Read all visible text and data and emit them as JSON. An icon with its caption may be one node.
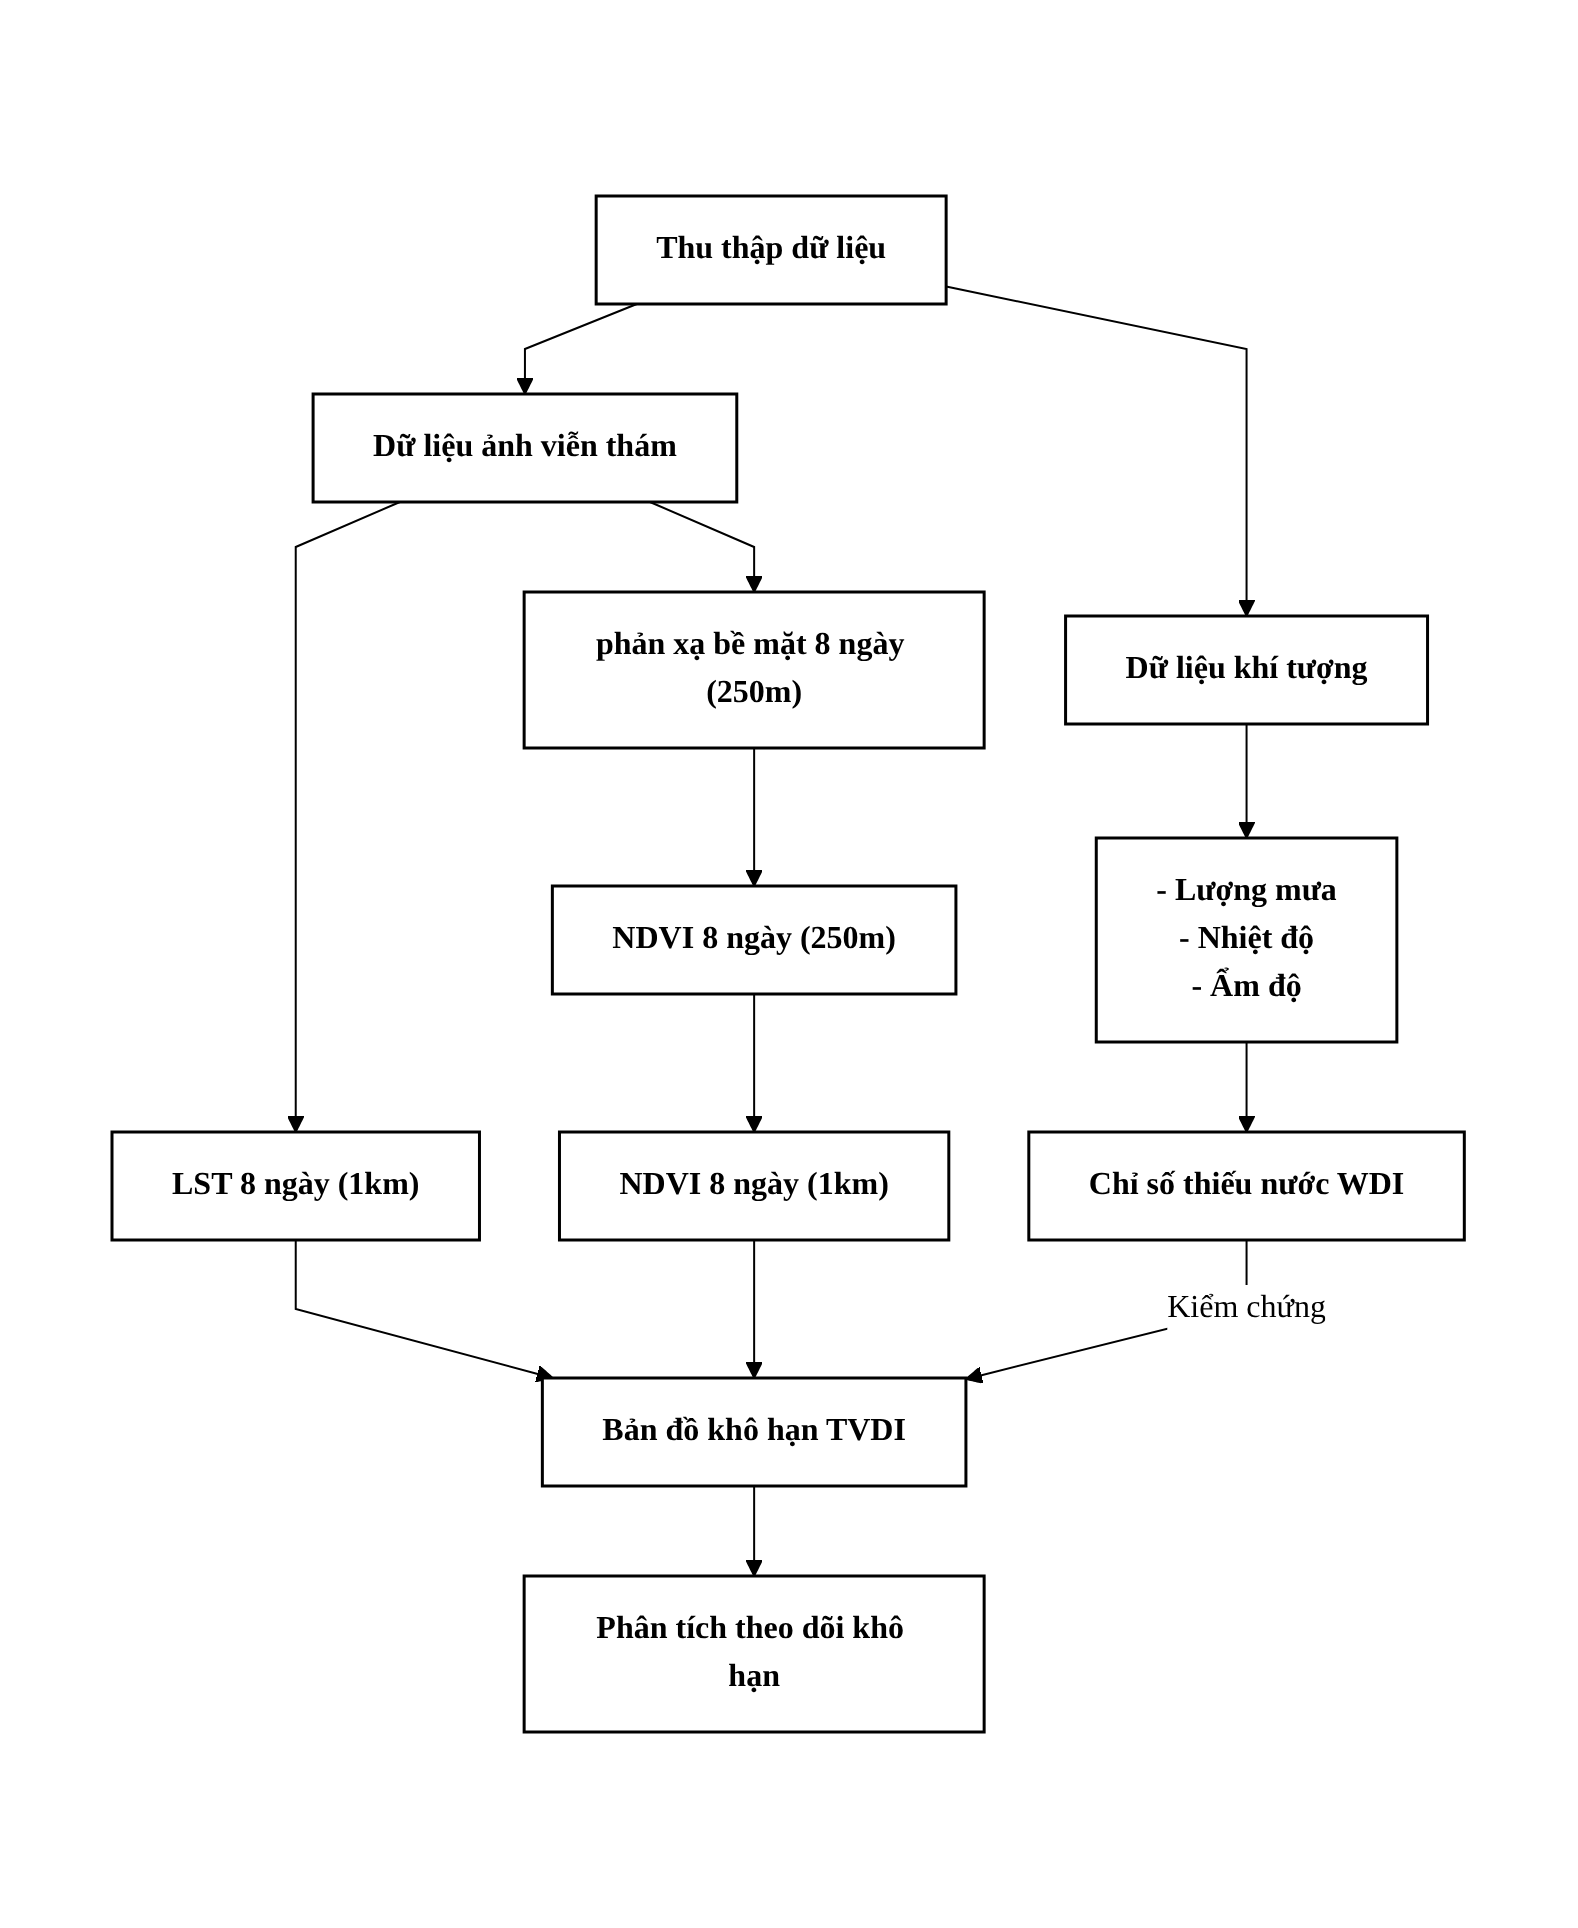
{
  "diagram": {
    "nodes": [
      {
        "text": [
          "Thu thập dữ liệu"
        ]
      },
      {
        "text": [
          "Dữ liệu ảnh viễn thám"
        ]
      },
      {
        "text": [
          "Dữ liệu khí tượng"
        ]
      },
      {
        "text": [
          "LST 8 ngày (1km)"
        ]
      },
      {
        "text": [
          "phản xạ bề mặt 8 ngày (250m)"
        ]
      },
      {
        "text": [
          "NDVI 8 ngày (250m)"
        ]
      },
      {
        "text": [
          "NDVI 8 ngày (1km)"
        ]
      },
      {
        "text": [
          "- Lượng mưa",
          "- Nhiệt độ",
          "- Ẩm độ"
        ]
      },
      {
        "text": [
          "Chỉ số thiếu nước WDI"
        ]
      },
      {
        "text": [
          "Bản đồ khô hạn TVDI"
        ]
      },
      {
        "text": [
          "Phân tích theo dõi khô hạn"
        ]
      }
    ],
    "edges": [
      {
        "from": 0,
        "to": 1,
        "arrow": "to"
      },
      {
        "from": 0,
        "to": 2,
        "arrow": "to"
      },
      {
        "from": 1,
        "to": 3,
        "arrow": "to"
      },
      {
        "from": 1,
        "to": 4,
        "arrow": "to"
      },
      {
        "from": 4,
        "to": 5,
        "arrow": "to"
      },
      {
        "from": 5,
        "to": 6,
        "arrow": "to"
      },
      {
        "from": 2,
        "to": 7,
        "arrow": "to"
      },
      {
        "from": 7,
        "to": 8,
        "arrow": "to"
      },
      {
        "from": 3,
        "to": 9,
        "arrow": "to"
      },
      {
        "from": 6,
        "to": 9,
        "arrow": "to"
      },
      {
        "from": 8,
        "to": 9,
        "label": "Kiểm chứng",
        "arrow": "to"
      },
      {
        "from": 9,
        "to": 10,
        "arrow": "to"
      }
    ]
  }
}
